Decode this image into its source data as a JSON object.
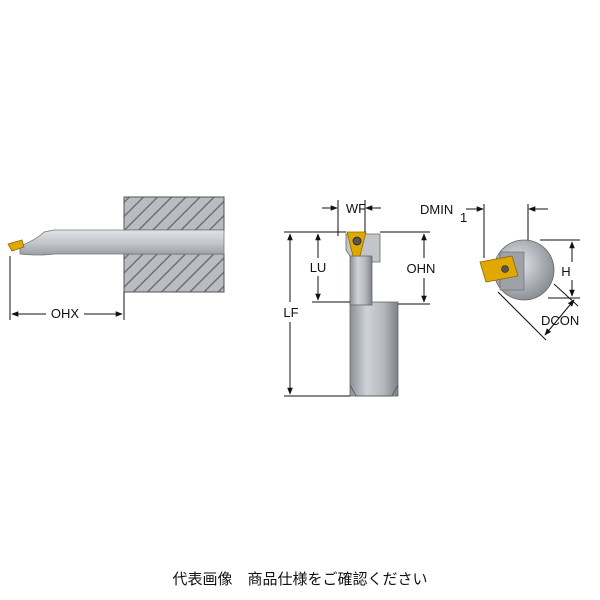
{
  "labels": {
    "ohx": "OHX",
    "wf": "WF",
    "lu": "LU",
    "ohn": "OHN",
    "lf": "LF",
    "dmin": "DMIN",
    "dmin_sub": "1",
    "h": "H",
    "dcon": "DCON"
  },
  "caption": "代表画像　商品仕様をご確認ください",
  "colors": {
    "insert": "#e0a800",
    "body_light": "#c9ccd1",
    "body_dark": "#7b7f86",
    "hatch": "#888888",
    "line": "#111111"
  }
}
